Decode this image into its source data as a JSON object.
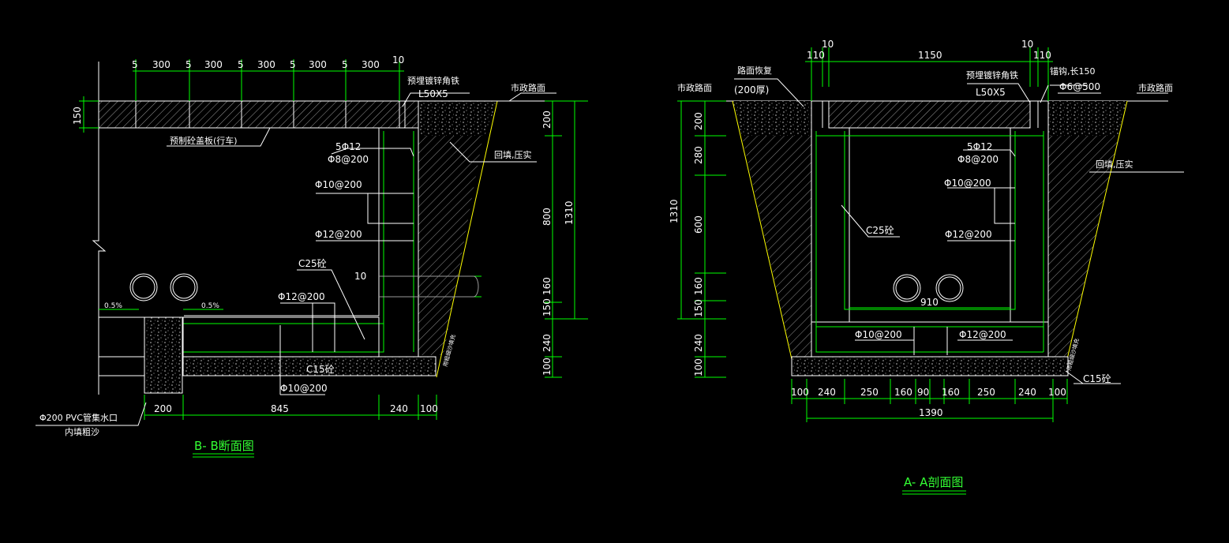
{
  "bb_section": {
    "title": "B- B断面图",
    "top_dims": [
      "5",
      "300",
      "5",
      "300",
      "5",
      "300",
      "5",
      "300",
      "5",
      "300",
      "10"
    ],
    "cover_height": "150",
    "angle_label_1": "预埋镀锌角铁",
    "angle_label_2": "L50X5",
    "road_label": "市政路面",
    "cover_label": "预制砼盖板(行车)",
    "backfill_label": "回填,压实",
    "rebar_1": "5Φ12",
    "rebar_2": "Φ8@200",
    "rebar_3": "Φ10@200",
    "rebar_4": "Φ12@200",
    "concrete_label": "C25砼",
    "dim_10": "10",
    "rebar_5": "Φ12@200",
    "slope_1": "0.5%",
    "slope_2": "0.5%",
    "base_label": "C15砼",
    "rebar_6": "Φ10@200",
    "pipe_label_1": "Φ200 PVC管集水口",
    "pipe_label_2": "内填粗沙",
    "bottom_dims": [
      "200",
      "845",
      "240",
      "100"
    ],
    "right_dims": [
      "200",
      "800",
      "160",
      "150",
      "240",
      "100"
    ],
    "total_height": "1310",
    "wall_note": "用粗细沙填充"
  },
  "aa_section": {
    "title": "A- A剖面图",
    "top_dims": [
      "110",
      "10",
      "1150",
      "10",
      "110"
    ],
    "road_left": "市政路面",
    "repair_label_1": "路面恢复",
    "repair_label_2": "(200厚)",
    "angle_label_1": "预埋镀锌角铁",
    "angle_label_2": "L50X5",
    "anchor_label_1": "锚钩,长150",
    "anchor_label_2": "Φ6@500",
    "road_right": "市政路面",
    "rebar_1": "5Φ12",
    "rebar_2": "Φ8@200",
    "backfill_label": "回填,压实",
    "rebar_3": "Φ10@200",
    "concrete_label": "C25砼",
    "rebar_4": "Φ12@200",
    "inner_width": "910",
    "rebar_5": "Φ10@200",
    "rebar_6": "Φ12@200",
    "base_label": "C15砼",
    "left_dims": [
      "200",
      "280",
      "600",
      "160",
      "150",
      "240",
      "100"
    ],
    "total_height": "1310",
    "bottom_dims": [
      "100",
      "240",
      "250",
      "160",
      "90",
      "160",
      "250",
      "240",
      "100"
    ],
    "total_width": "1390",
    "wall_note": "用粗细沙填充"
  },
  "colors": {
    "background": "#000000",
    "dimension": "#00ff00",
    "outline": "#ffff00",
    "text": "#ffffff",
    "title": "#33ff33"
  }
}
